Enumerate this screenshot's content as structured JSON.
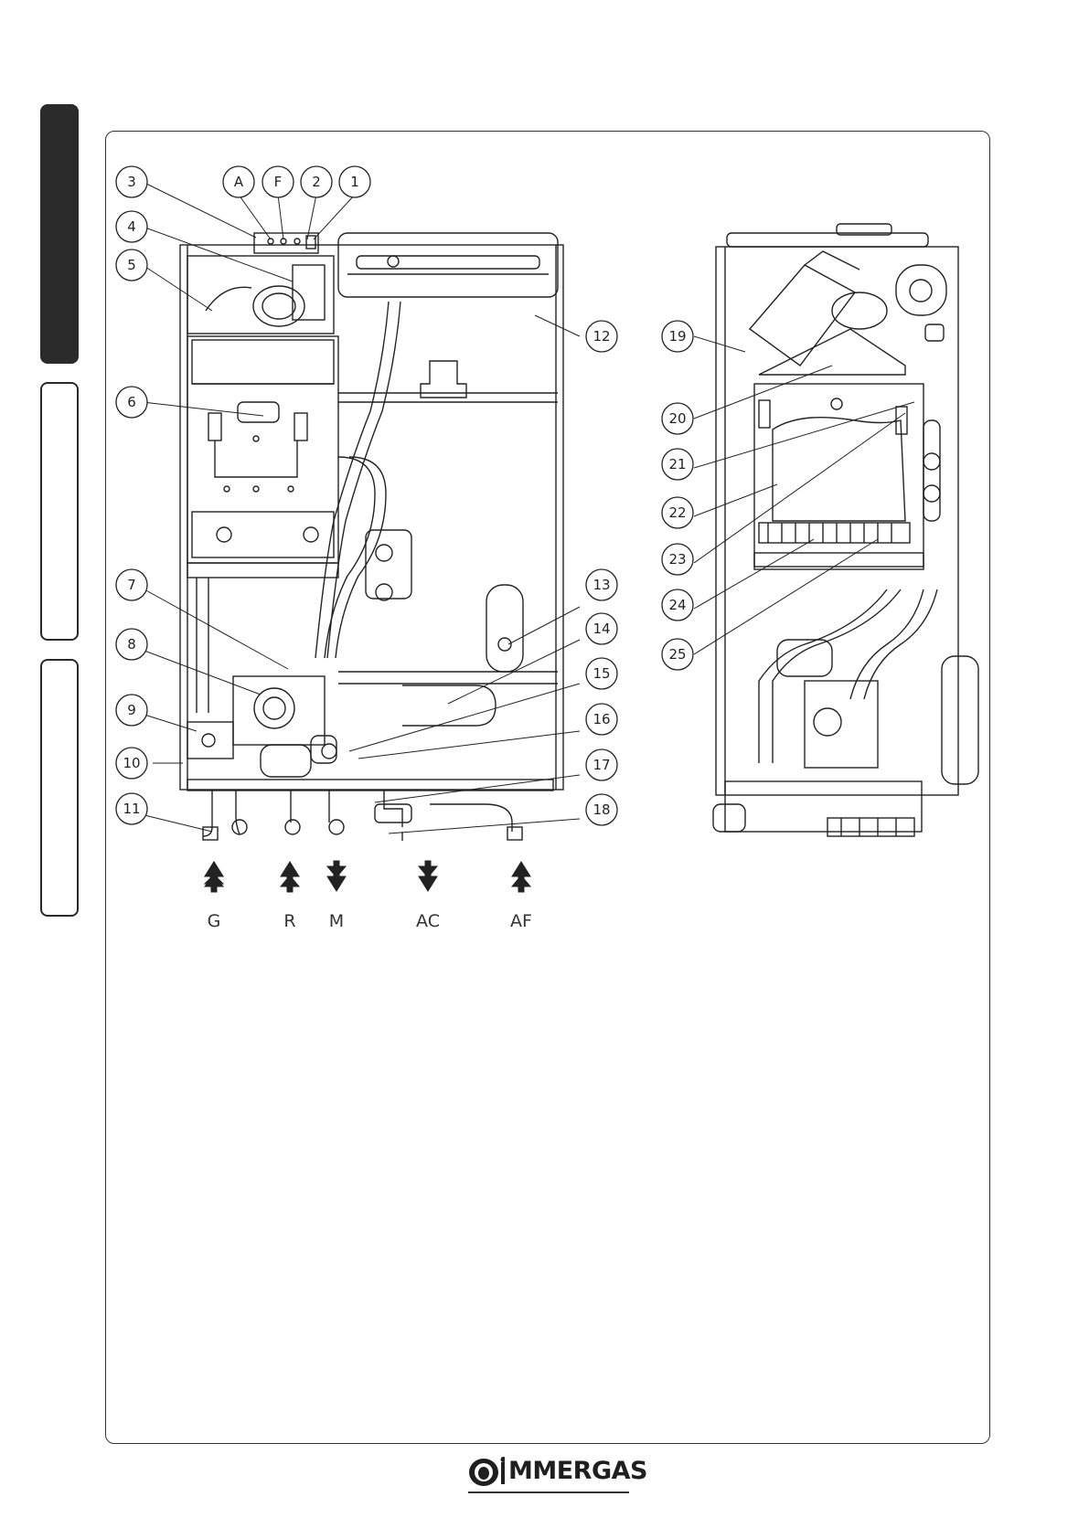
{
  "side_tabs": [
    {
      "name": "tab-1",
      "active": true
    },
    {
      "name": "tab-2",
      "active": false
    },
    {
      "name": "tab-3",
      "active": false
    }
  ],
  "callouts": {
    "c3": "3",
    "cA": "A",
    "cF": "F",
    "c2": "2",
    "c1": "1",
    "c4": "4",
    "c5": "5",
    "c6": "6",
    "c7": "7",
    "c8": "8",
    "c9": "9",
    "c10": "10",
    "c11": "11",
    "c12": "12",
    "c13": "13",
    "c14": "14",
    "c15": "15",
    "c16": "16",
    "c17": "17",
    "c18": "18",
    "c19": "19",
    "c20": "20",
    "c21": "21",
    "c22": "22",
    "c23": "23",
    "c24": "24",
    "c25": "25"
  },
  "connections": {
    "gas": "G",
    "return": "R",
    "flow": "M",
    "hot_water": "AC",
    "cold_water": "AF"
  },
  "brand": {
    "logo_text": "MMERGAS"
  }
}
